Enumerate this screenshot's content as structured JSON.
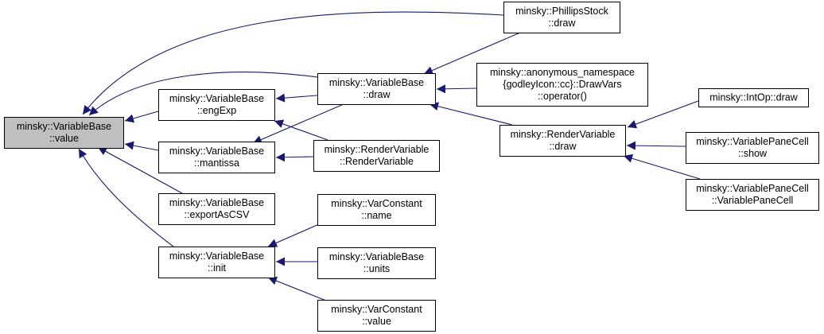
{
  "colors": {
    "edge": "#191970",
    "node_border": "#000000",
    "node_fill": "#ffffff",
    "highlight_fill": "#bfbfbf",
    "text": "#000000"
  },
  "nodes": [
    {
      "id": "vb_value",
      "lines": [
        "minsky::VariableBase",
        "::value"
      ],
      "highlight": true
    },
    {
      "id": "vb_engexp",
      "lines": [
        "minsky::VariableBase",
        "::engExp"
      ]
    },
    {
      "id": "vb_mantissa",
      "lines": [
        "minsky::VariableBase",
        "::mantissa"
      ]
    },
    {
      "id": "vb_exportcsv",
      "lines": [
        "minsky::VariableBase",
        "::exportAsCSV"
      ]
    },
    {
      "id": "vb_init",
      "lines": [
        "minsky::VariableBase",
        "::init"
      ]
    },
    {
      "id": "vb_draw",
      "lines": [
        "minsky::VariableBase",
        "::draw"
      ]
    },
    {
      "id": "phillips_draw",
      "lines": [
        "minsky::PhillipsStock",
        "::draw"
      ]
    },
    {
      "id": "rv_ctor",
      "lines": [
        "minsky::RenderVariable",
        "::RenderVariable"
      ]
    },
    {
      "id": "vc_name",
      "lines": [
        "minsky::VarConstant",
        "::name"
      ]
    },
    {
      "id": "vb_units",
      "lines": [
        "minsky::VariableBase",
        "::units"
      ]
    },
    {
      "id": "vc_value",
      "lines": [
        "minsky::VarConstant",
        "::value"
      ]
    },
    {
      "id": "drawvars_op",
      "lines": [
        "minsky::anonymous_namespace",
        "{godleyIcon::cc}::DrawVars",
        "::operator()"
      ]
    },
    {
      "id": "rv_draw",
      "lines": [
        "minsky::RenderVariable",
        "::draw"
      ]
    },
    {
      "id": "intop_draw",
      "lines": [
        "minsky::IntOp::draw"
      ]
    },
    {
      "id": "vpc_show",
      "lines": [
        "minsky::VariablePaneCell",
        "::show"
      ]
    },
    {
      "id": "vpc_ctor",
      "lines": [
        "minsky::VariablePaneCell",
        "::VariablePaneCell"
      ]
    }
  ],
  "edges": [
    {
      "from": "vb_engexp",
      "to": "vb_value"
    },
    {
      "from": "vb_mantissa",
      "to": "vb_value"
    },
    {
      "from": "vb_exportcsv",
      "to": "vb_value"
    },
    {
      "from": "vb_init",
      "to": "vb_value"
    },
    {
      "from": "vb_draw",
      "to": "vb_value"
    },
    {
      "from": "phillips_draw",
      "to": "vb_value"
    },
    {
      "from": "vb_draw",
      "to": "vb_engexp"
    },
    {
      "from": "rv_ctor",
      "to": "vb_engexp"
    },
    {
      "from": "vb_draw",
      "to": "vb_mantissa"
    },
    {
      "from": "rv_ctor",
      "to": "vb_mantissa"
    },
    {
      "from": "vc_name",
      "to": "vb_init"
    },
    {
      "from": "vb_units",
      "to": "vb_init"
    },
    {
      "from": "vc_value",
      "to": "vb_init"
    },
    {
      "from": "phillips_draw",
      "to": "vb_draw"
    },
    {
      "from": "drawvars_op",
      "to": "vb_draw"
    },
    {
      "from": "rv_draw",
      "to": "vb_draw"
    },
    {
      "from": "intop_draw",
      "to": "rv_draw"
    },
    {
      "from": "vpc_show",
      "to": "rv_draw"
    },
    {
      "from": "vpc_ctor",
      "to": "rv_draw"
    }
  ]
}
